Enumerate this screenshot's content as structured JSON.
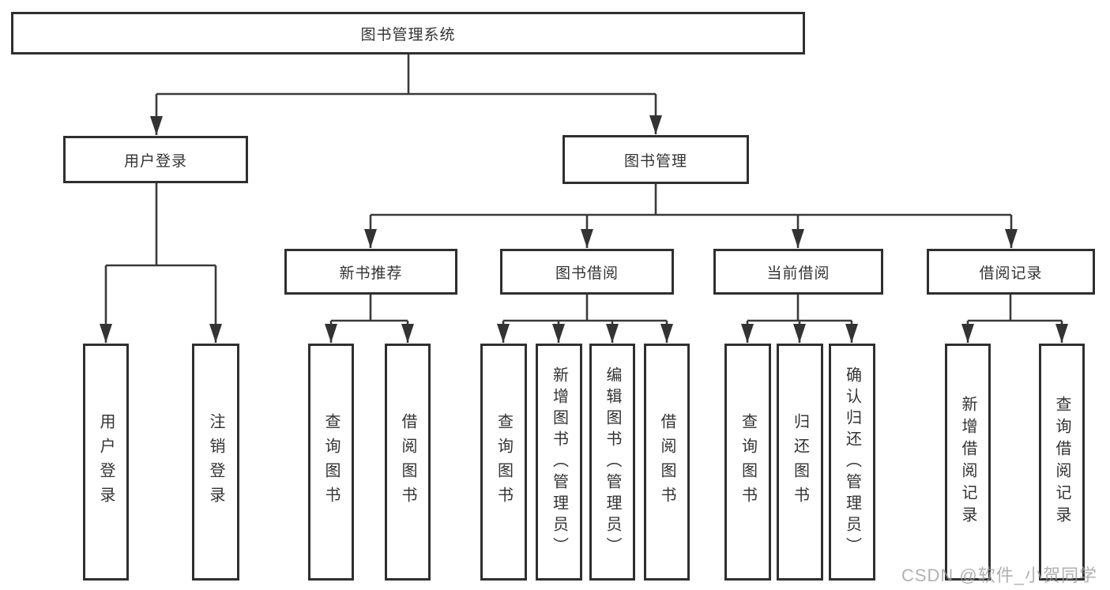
{
  "tree": {
    "label": "图书管理系统",
    "children": [
      {
        "label": "用户登录",
        "children": [
          {
            "label": "用户登录"
          },
          {
            "label": "注销登录"
          }
        ]
      },
      {
        "label": "图书管理",
        "children": [
          {
            "label": "新书推荐",
            "children": [
              {
                "label": "查询图书"
              },
              {
                "label": "借阅图书"
              }
            ]
          },
          {
            "label": "图书借阅",
            "children": [
              {
                "label": "查询图书"
              },
              {
                "label": "新增图书（管理员）"
              },
              {
                "label": "编辑图书（管理员）"
              },
              {
                "label": "借阅图书"
              }
            ]
          },
          {
            "label": "当前借阅",
            "children": [
              {
                "label": "查询图书"
              },
              {
                "label": "归还图书"
              },
              {
                "label": "确认归还（管理员）"
              }
            ]
          },
          {
            "label": "借阅记录",
            "children": [
              {
                "label": "新增借阅记录"
              },
              {
                "label": "查询借阅记录"
              }
            ]
          }
        ]
      }
    ]
  },
  "watermark": "CSDN @软件_小贺同学",
  "colors": {
    "line": "#3a3a3a",
    "box_border": "#2f2f2f",
    "text": "#333333",
    "background": "#ffffff",
    "watermark": "#9e9e9e"
  }
}
